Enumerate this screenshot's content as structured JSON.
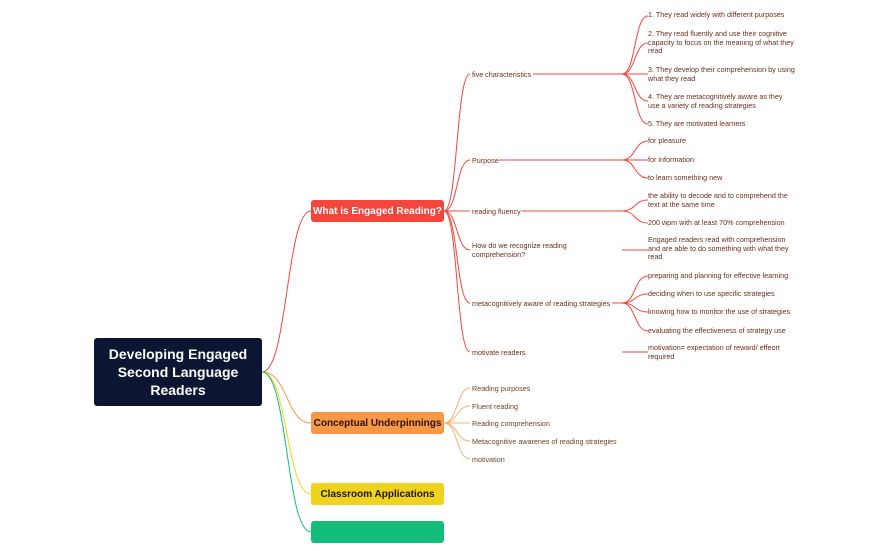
{
  "root": {
    "title": "Developing Engaged Second Language Readers"
  },
  "colors": {
    "root": "#0c1531",
    "branch_reading": "#f5453c",
    "branch_conceptual": "#f89847",
    "branch_classroom": "#efd31c",
    "branch_fourth": "#14bd79"
  },
  "branches": [
    {
      "label": "What is Engaged Reading?",
      "children": [
        {
          "label": "five characteristics",
          "children": [
            "1. They read widely with different purposes",
            "2. They read fluently and use their cognitive capacity to focus on the meaning of what they read",
            "3. They develop their comprehension by using what they read",
            "4. They are metacognitively aware as they use a variety of reading strategies",
            "5. They are motivated learners"
          ]
        },
        {
          "label": "Purpose",
          "children": [
            "for pleasure",
            "for information",
            "to learn something new"
          ]
        },
        {
          "label": "reading fluency",
          "children": [
            "the ability to decode and to comprehend the text at the same time",
            "200 wpm with at least 70% comprehension"
          ]
        },
        {
          "label": "How do we recognize reading comprehension?",
          "children": [
            "Engaged readers read with comprehension and are able to do something with what they read"
          ]
        },
        {
          "label": "metacognitively aware of reading strategies",
          "children": [
            "preparing and planning for effective learning",
            "deciding when to use specific strategies",
            "knowing how to monitor the use of strategies",
            "evaluating the effectiveness of strategy use"
          ]
        },
        {
          "label": "motivate readers",
          "children": [
            "motivation= expectation of reward/ effeort required"
          ]
        }
      ]
    },
    {
      "label": "Conceptual Underpinnings",
      "children": [
        "Reading purposes",
        "Fluent reading",
        "Reading comprehension",
        "Metacognitive awarenes of reading strategies",
        "motivation"
      ]
    },
    {
      "label": "Classroom Applications"
    },
    {
      "label": ""
    }
  ]
}
